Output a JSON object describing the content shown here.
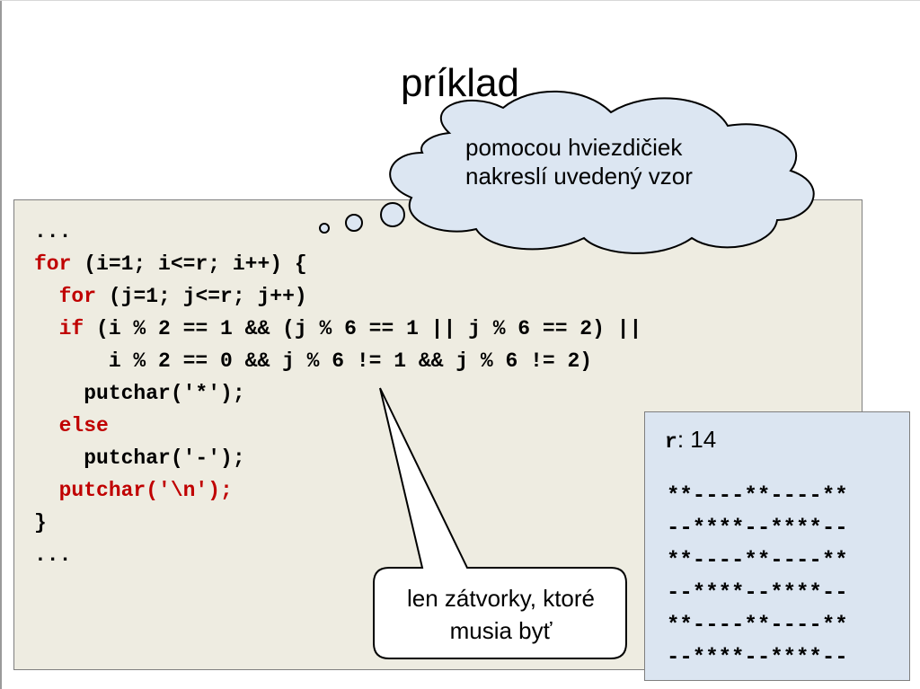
{
  "slide": {
    "title": "príklad"
  },
  "code": {
    "lines": [
      {
        "parts": [
          {
            "t": "...",
            "kw": false
          }
        ]
      },
      {
        "parts": [
          {
            "t": "for",
            "kw": true
          },
          {
            "t": " (i=1; i<=r; i++) {",
            "kw": false
          }
        ]
      },
      {
        "parts": [
          {
            "t": "  ",
            "kw": false
          },
          {
            "t": "for",
            "kw": true
          },
          {
            "t": " (j=1; j<=r; j++)",
            "kw": false
          }
        ]
      },
      {
        "parts": [
          {
            "t": "  ",
            "kw": false
          },
          {
            "t": "if",
            "kw": true
          },
          {
            "t": " (i % 2 == 1 && (j % 6 == 1 || j % 6 == 2) ||",
            "kw": false
          }
        ]
      },
      {
        "parts": [
          {
            "t": "      i % 2 == 0 && j % 6 != 1 && j % 6 != 2)",
            "kw": false
          }
        ]
      },
      {
        "parts": [
          {
            "t": "    putchar('*');",
            "kw": false
          }
        ]
      },
      {
        "parts": [
          {
            "t": "  ",
            "kw": false
          },
          {
            "t": "else",
            "kw": true
          }
        ]
      },
      {
        "parts": [
          {
            "t": "    putchar('-');",
            "kw": false
          }
        ]
      },
      {
        "parts": [
          {
            "t": "  ",
            "kw": false
          },
          {
            "t": "putchar('\\n');",
            "kw": true
          }
        ]
      },
      {
        "parts": [
          {
            "t": "}",
            "kw": false
          }
        ]
      },
      {
        "parts": [
          {
            "t": "...",
            "kw": false
          }
        ]
      }
    ]
  },
  "cloud": {
    "text": "pomocou hviezdičiek\nnakreslí uvedený vzor"
  },
  "callout": {
    "text": "len zátvorky, ktoré\nmusia byť"
  },
  "output": {
    "var_name": "r",
    "sep": ":",
    "value": "14",
    "pattern_lines": [
      "**----**----**",
      "--****--****--",
      "**----**----**",
      "--****--****--",
      "**----**----**",
      "--****--****--"
    ]
  },
  "colors": {
    "code_bg": "#eeece1",
    "output_bg": "#dbe5f1",
    "cloud_fill": "#dce6f2",
    "keyword": "#c00000"
  }
}
